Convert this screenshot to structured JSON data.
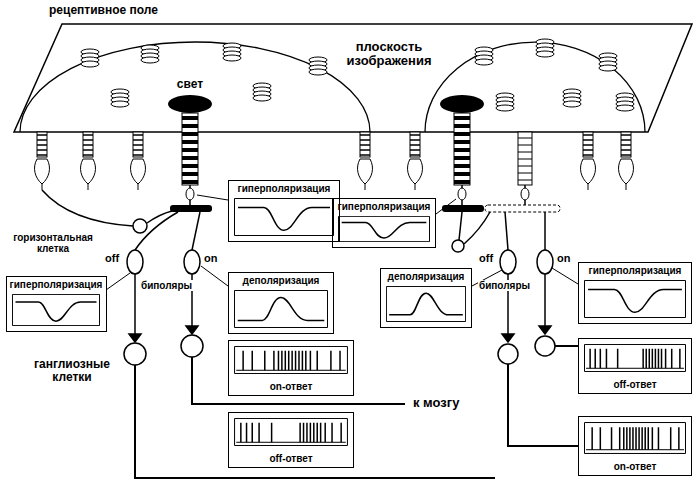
{
  "diagram": {
    "nodes": [
      {
        "text": [
          "гиперполяризация"
        ]
      },
      {
        "text": [
          "гиперполяризация"
        ]
      },
      {
        "text": [
          "деполяризация"
        ]
      },
      {
        "text": [
          "on-ответ"
        ]
      },
      {
        "text": [
          "off-ответ"
        ]
      },
      {
        "text": [
          "гиперполяризация"
        ]
      },
      {
        "text": [
          "деполяризация"
        ]
      },
      {
        "text": [
          "гиперполяризация"
        ]
      },
      {
        "text": [
          "off-ответ"
        ]
      },
      {
        "text": [
          "on-ответ"
        ]
      }
    ],
    "labels": [
      "рецептивное поле",
      "плоскость изображения",
      "свет",
      "горизонтальная клетка",
      "off",
      "on",
      "биполяры",
      "ганглиозные клетки",
      "к мозгу",
      "off",
      "on",
      "биполяры"
    ]
  }
}
